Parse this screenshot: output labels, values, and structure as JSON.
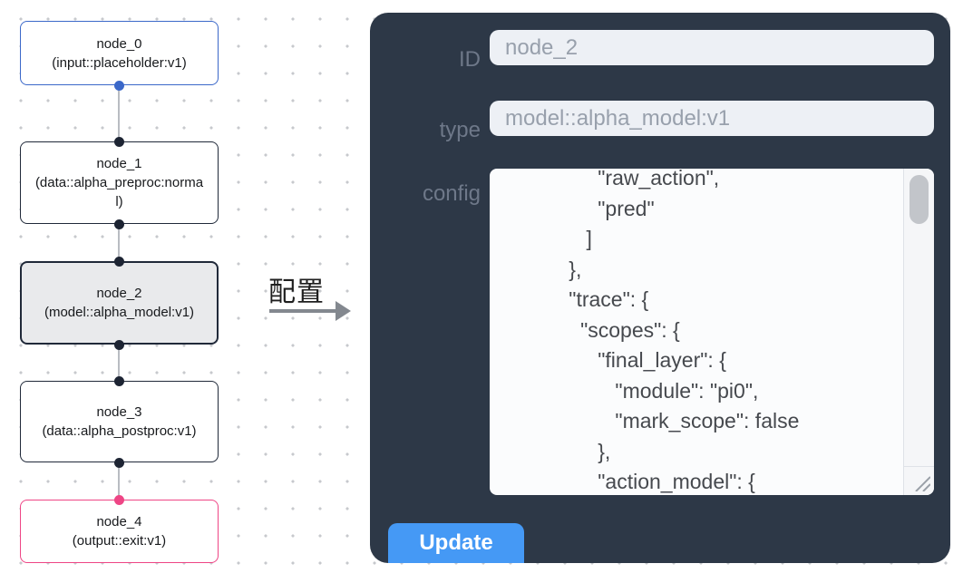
{
  "canvas": {
    "nodes": [
      {
        "id": "node_0",
        "title": "node_0",
        "subtitle": "(input::placeholder:v1)",
        "kind": "input",
        "selected": false
      },
      {
        "id": "node_1",
        "title": "node_1",
        "subtitle": "(data::alpha_preproc:normal)",
        "kind": "data",
        "selected": false
      },
      {
        "id": "node_2",
        "title": "node_2",
        "subtitle": "(model::alpha_model:v1)",
        "kind": "model",
        "selected": true
      },
      {
        "id": "node_3",
        "title": "node_3",
        "subtitle": "(data::alpha_postproc:v1)",
        "kind": "data",
        "selected": false
      },
      {
        "id": "node_4",
        "title": "node_4",
        "subtitle": "(output::exit:v1)",
        "kind": "output",
        "selected": false
      }
    ],
    "arrow_label": "配置"
  },
  "panel": {
    "fields": [
      {
        "label": "ID",
        "value": "node_2"
      },
      {
        "label": "type",
        "value": "model::alpha_model:v1"
      }
    ],
    "config_label": "config",
    "config_lines": [
      "                \"raw_action\",",
      "                \"pred\"",
      "              ]",
      "           },",
      "           \"trace\": {",
      "             \"scopes\": {",
      "                \"final_layer\": {",
      "                   \"module\": \"pi0\",",
      "                   \"mark_scope\": false",
      "                },",
      "                \"action_model\": {"
    ],
    "update_label": "Update"
  },
  "colors": {
    "panel_background": "#2d3847",
    "input_node_accent": "#3b68c9",
    "output_node_accent": "#ee4585",
    "default_node_accent": "#202939",
    "update_button": "#4599f5"
  }
}
